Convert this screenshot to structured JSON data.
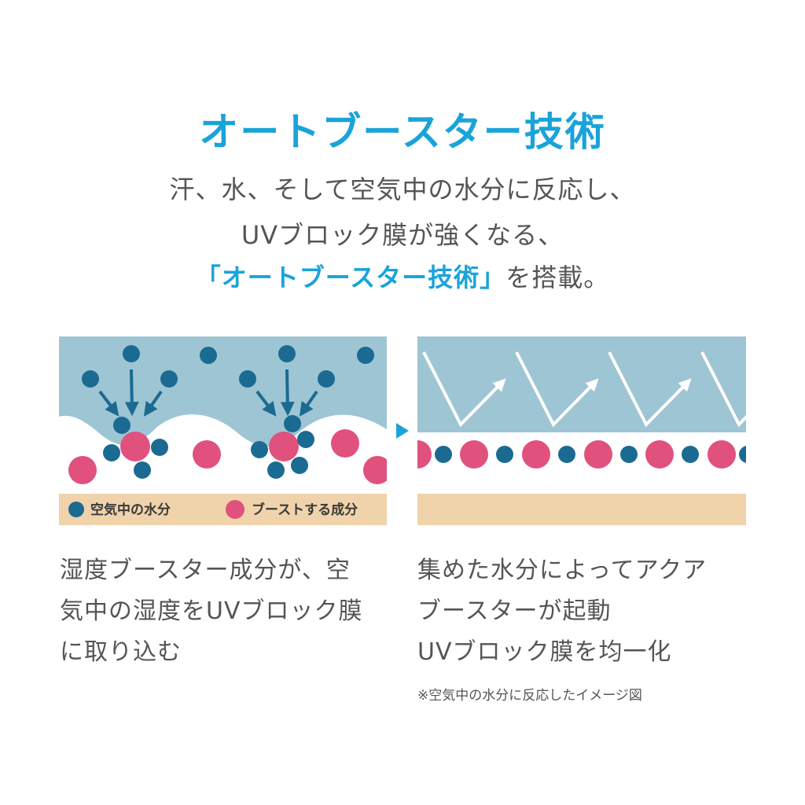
{
  "title": "オートブースター技術",
  "lead": {
    "line1": "汗、水、そして空気中の水分に反応し、",
    "line2": "UVブロック膜が強くなる、",
    "line3_accent": "「オートブースター技術」",
    "line3_rest": "を搭載。"
  },
  "left_panel": {
    "legend": {
      "moisture_label": "空気中の水分",
      "boost_label": "ブーストする成分"
    },
    "caption": [
      "湿度ブースター成分が、空",
      "気中の湿度をUVブロック膜",
      "に取り込む"
    ]
  },
  "right_panel": {
    "caption": [
      "集めた水分によってアクア",
      "ブースターが起動",
      "UVブロック膜を均一化"
    ],
    "note": "※空気中の水分に反応したイメージ図"
  },
  "colors": {
    "accent": "#1aa3d9",
    "sky": "#9ec5d3",
    "moisture_dot": "#1b6a92",
    "boost_dot": "#e0517e",
    "base": "#f0d3aa"
  }
}
